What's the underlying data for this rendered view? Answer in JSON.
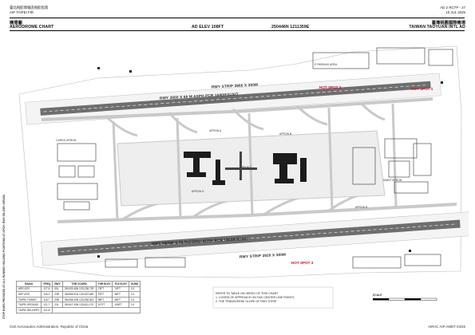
{
  "header": {
    "authority_cn": "臺北飛航情報區飛航指南",
    "fir": "AIP TAIPEI FIR",
    "page_ref": "AD 2 RCTP - 27",
    "date": "10 JUL 2025"
  },
  "title_bar": {
    "chart_cn": "機場圖",
    "chart_name": "AERODROME CHART",
    "elevation": "AD  ELEV  108FT",
    "arp_coords": "250446N  1211359E",
    "airport_cn": "臺灣桃園國際機場",
    "airport_name": "TAIWAN  TAOYUAN  INTL  AD"
  },
  "runways": {
    "north_strip": "RWY  STRIP  3860  X  300M",
    "north_runway": "RWY  3660  X  60  M       ASPH       PCR  1040/F/C/X/T",
    "south_runway": "RWY  3800M  X  60  M       CONC+ASPH       PCR  1360/F/C/X/U",
    "south_strip": "RWY  STRIP  3920  X  300M"
  },
  "hot_spots": [
    "HOT SPOT 2",
    "HOT SPOT 1",
    "HOT SPOT 3"
  ],
  "area_labels": [
    "E PARKING AREA",
    "APRON A",
    "APRON B",
    "APRON C",
    "APRON D",
    "CARGO APRON",
    "MAINT APRON",
    "APRON R"
  ],
  "vertical_note": "STOP BARS PROVIDED AT ALL RUNWAY HOLDING POSITIONS AT APCH: RWY 05L/23R, 05R/23L",
  "comms": {
    "headers": [
      "RADIO",
      "FREQ"
    ],
    "rows": [
      [
        "ARR ATIS",
        "127.6"
      ],
      [
        "DEP ATIS",
        "126.2"
      ],
      [
        "TAIPEI TOWER",
        "118.7"
      ],
      [
        "TAIPEI GROUND",
        "121.7"
      ],
      [
        "TAIPEI DELIVERY",
        "121.8"
      ]
    ]
  },
  "thr_table": {
    "headers": [
      "RWY",
      "THR COORD",
      "THR ELEV",
      "TDZ ELEV",
      "GUND"
    ],
    "rows": [
      [
        "05L",
        "250433.48N 1211236.72E",
        "73FT",
        "74FT",
        "0.3"
      ],
      [
        "23R",
        "250508.91N 1211457.84E",
        "97FT",
        "98FT",
        "0.3"
      ],
      [
        "05R",
        "250408.26N 1211250.81E",
        "98FT",
        "98FT",
        "0.3"
      ],
      [
        "23L",
        "250447.43N 1211511.17E",
        "107FT",
        "108FT",
        "0.3"
      ]
    ]
  },
  "notes": [
    "REFER TO TABLE ON VERSO OF THIS CHART",
    "1. COORD OF APPROACH ON TAXI CENTER LINE POINTS",
    "2. THE TRANSVERSE SLOPE OF RWY STRIP"
  ],
  "scale_label": "SCALE",
  "footer": {
    "left": "Civil Aeronautics Administration, Republic of China",
    "right": "AIRAC AIP AMDT 04/25"
  },
  "colors": {
    "hot_spot": "#e0001a",
    "runway": "#6e6e6e",
    "taxiway": "#c9c9c9",
    "building": "#1c1c1c"
  }
}
